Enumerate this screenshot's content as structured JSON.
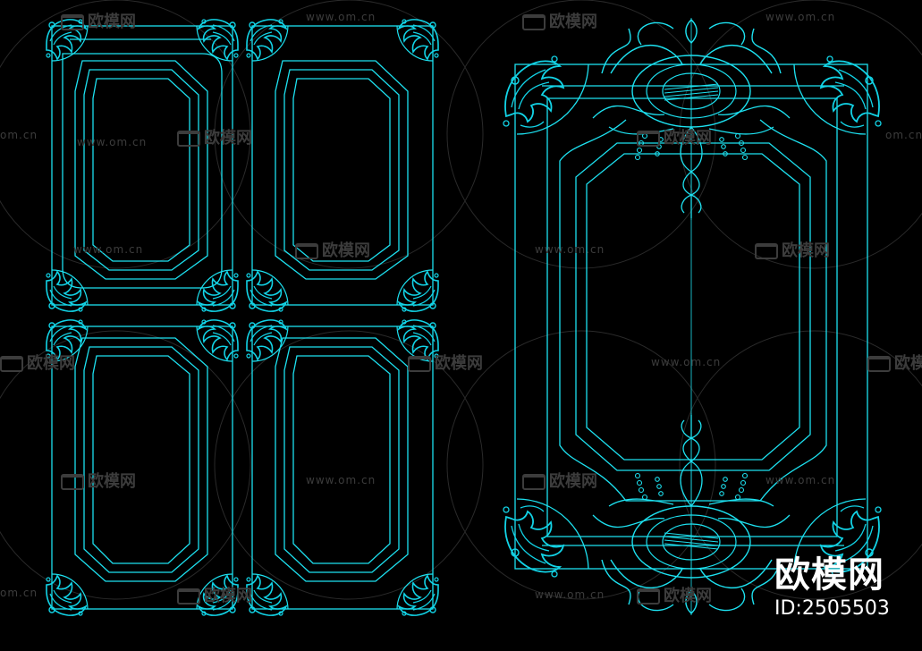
{
  "watermark": {
    "url_text": "www.om.cn",
    "brand_text": "欧模网",
    "edge_url_text": "om.cn"
  },
  "logo": {
    "text": "欧模网",
    "id_text": "ID:2505503"
  },
  "colors": {
    "background": "#000000",
    "line": "#1de1f0",
    "ornament": "#12d3e6",
    "watermark": "#3c3c3c",
    "logo": "#ffffff"
  },
  "drawing": {
    "left_panel_count": 4,
    "right_panel_count": 1,
    "corner_ornaments": "acanthus-scroll",
    "center_ornaments": "crest-cartouche"
  }
}
